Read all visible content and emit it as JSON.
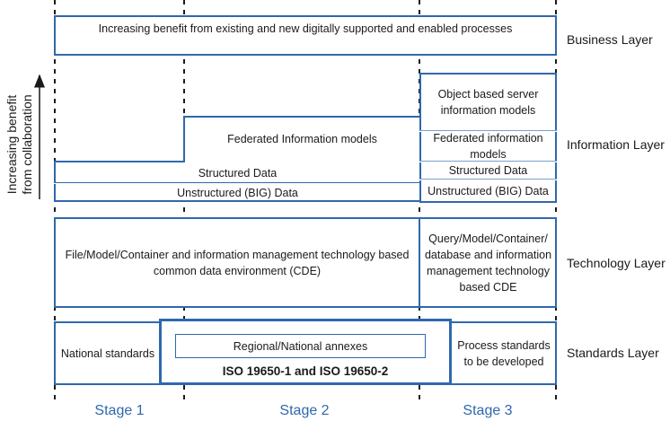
{
  "business": {
    "text": "Increasing benefit from existing and new digitally supported and enabled processes"
  },
  "information": {
    "federated_stage2": "Federated Information models",
    "structured": "Structured Data",
    "unstructured": "Unstructured (BIG) Data",
    "object_based": "Object based server information models",
    "federated_stage3": "Federated information models",
    "structured_stage3": "Structured Data",
    "unstructured_stage3": "Unstructured (BIG) Data"
  },
  "technology": {
    "cde": "File/Model/Container and information management technology based common data environment (CDE)",
    "stage3": "Query/Model/Container/ database and information management technology based CDE"
  },
  "standards": {
    "national": "National standards",
    "annexes": "Regional/National annexes",
    "iso": "ISO 19650-1 and ISO 19650-2",
    "process": "Process standards to be developed"
  },
  "layers": [
    "Business Layer",
    "Information Layer",
    "Technology Layer",
    "Standards Layer"
  ],
  "stages": [
    "Stage 1",
    "Stage 2",
    "Stage 3"
  ],
  "vertical_axis": {
    "line1": "Increasing benefit",
    "line2": "from collaboration"
  },
  "colors": {
    "accent": "#2f68ad",
    "text": "#1a1a1a"
  }
}
